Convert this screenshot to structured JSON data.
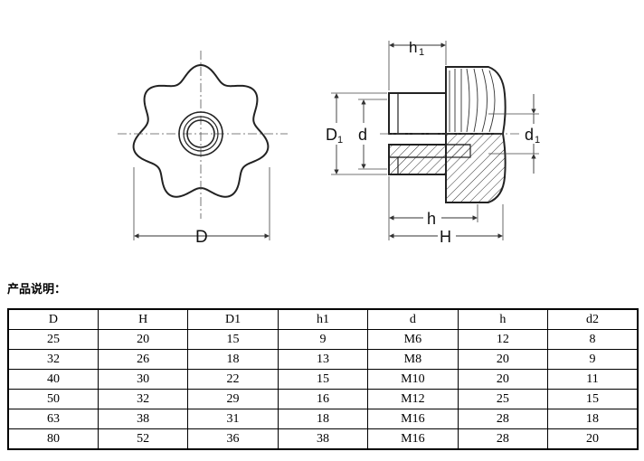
{
  "drawing": {
    "labels": {
      "D": "D",
      "D1": "D",
      "D1_sub": "1",
      "d": "d",
      "d1": "d",
      "d1_sub": "1",
      "h1": "h",
      "h1_sub": "1",
      "h": "h",
      "H": "H"
    },
    "colors": {
      "line": "#222222",
      "hatch": "#333333",
      "dim": "#444444"
    }
  },
  "section_title": "产品说明：",
  "table": {
    "headers": [
      "D",
      "H",
      "D1",
      "h1",
      "d",
      "h",
      "d2"
    ],
    "rows": [
      [
        "25",
        "20",
        "15",
        "9",
        "M6",
        "12",
        "8"
      ],
      [
        "32",
        "26",
        "18",
        "13",
        "M8",
        "20",
        "9"
      ],
      [
        "40",
        "30",
        "22",
        "15",
        "M10",
        "20",
        "11"
      ],
      [
        "50",
        "32",
        "29",
        "16",
        "M12",
        "25",
        "15"
      ],
      [
        "63",
        "38",
        "31",
        "18",
        "M16",
        "28",
        "18"
      ],
      [
        "80",
        "52",
        "36",
        "38",
        "M16",
        "28",
        "20"
      ]
    ]
  }
}
